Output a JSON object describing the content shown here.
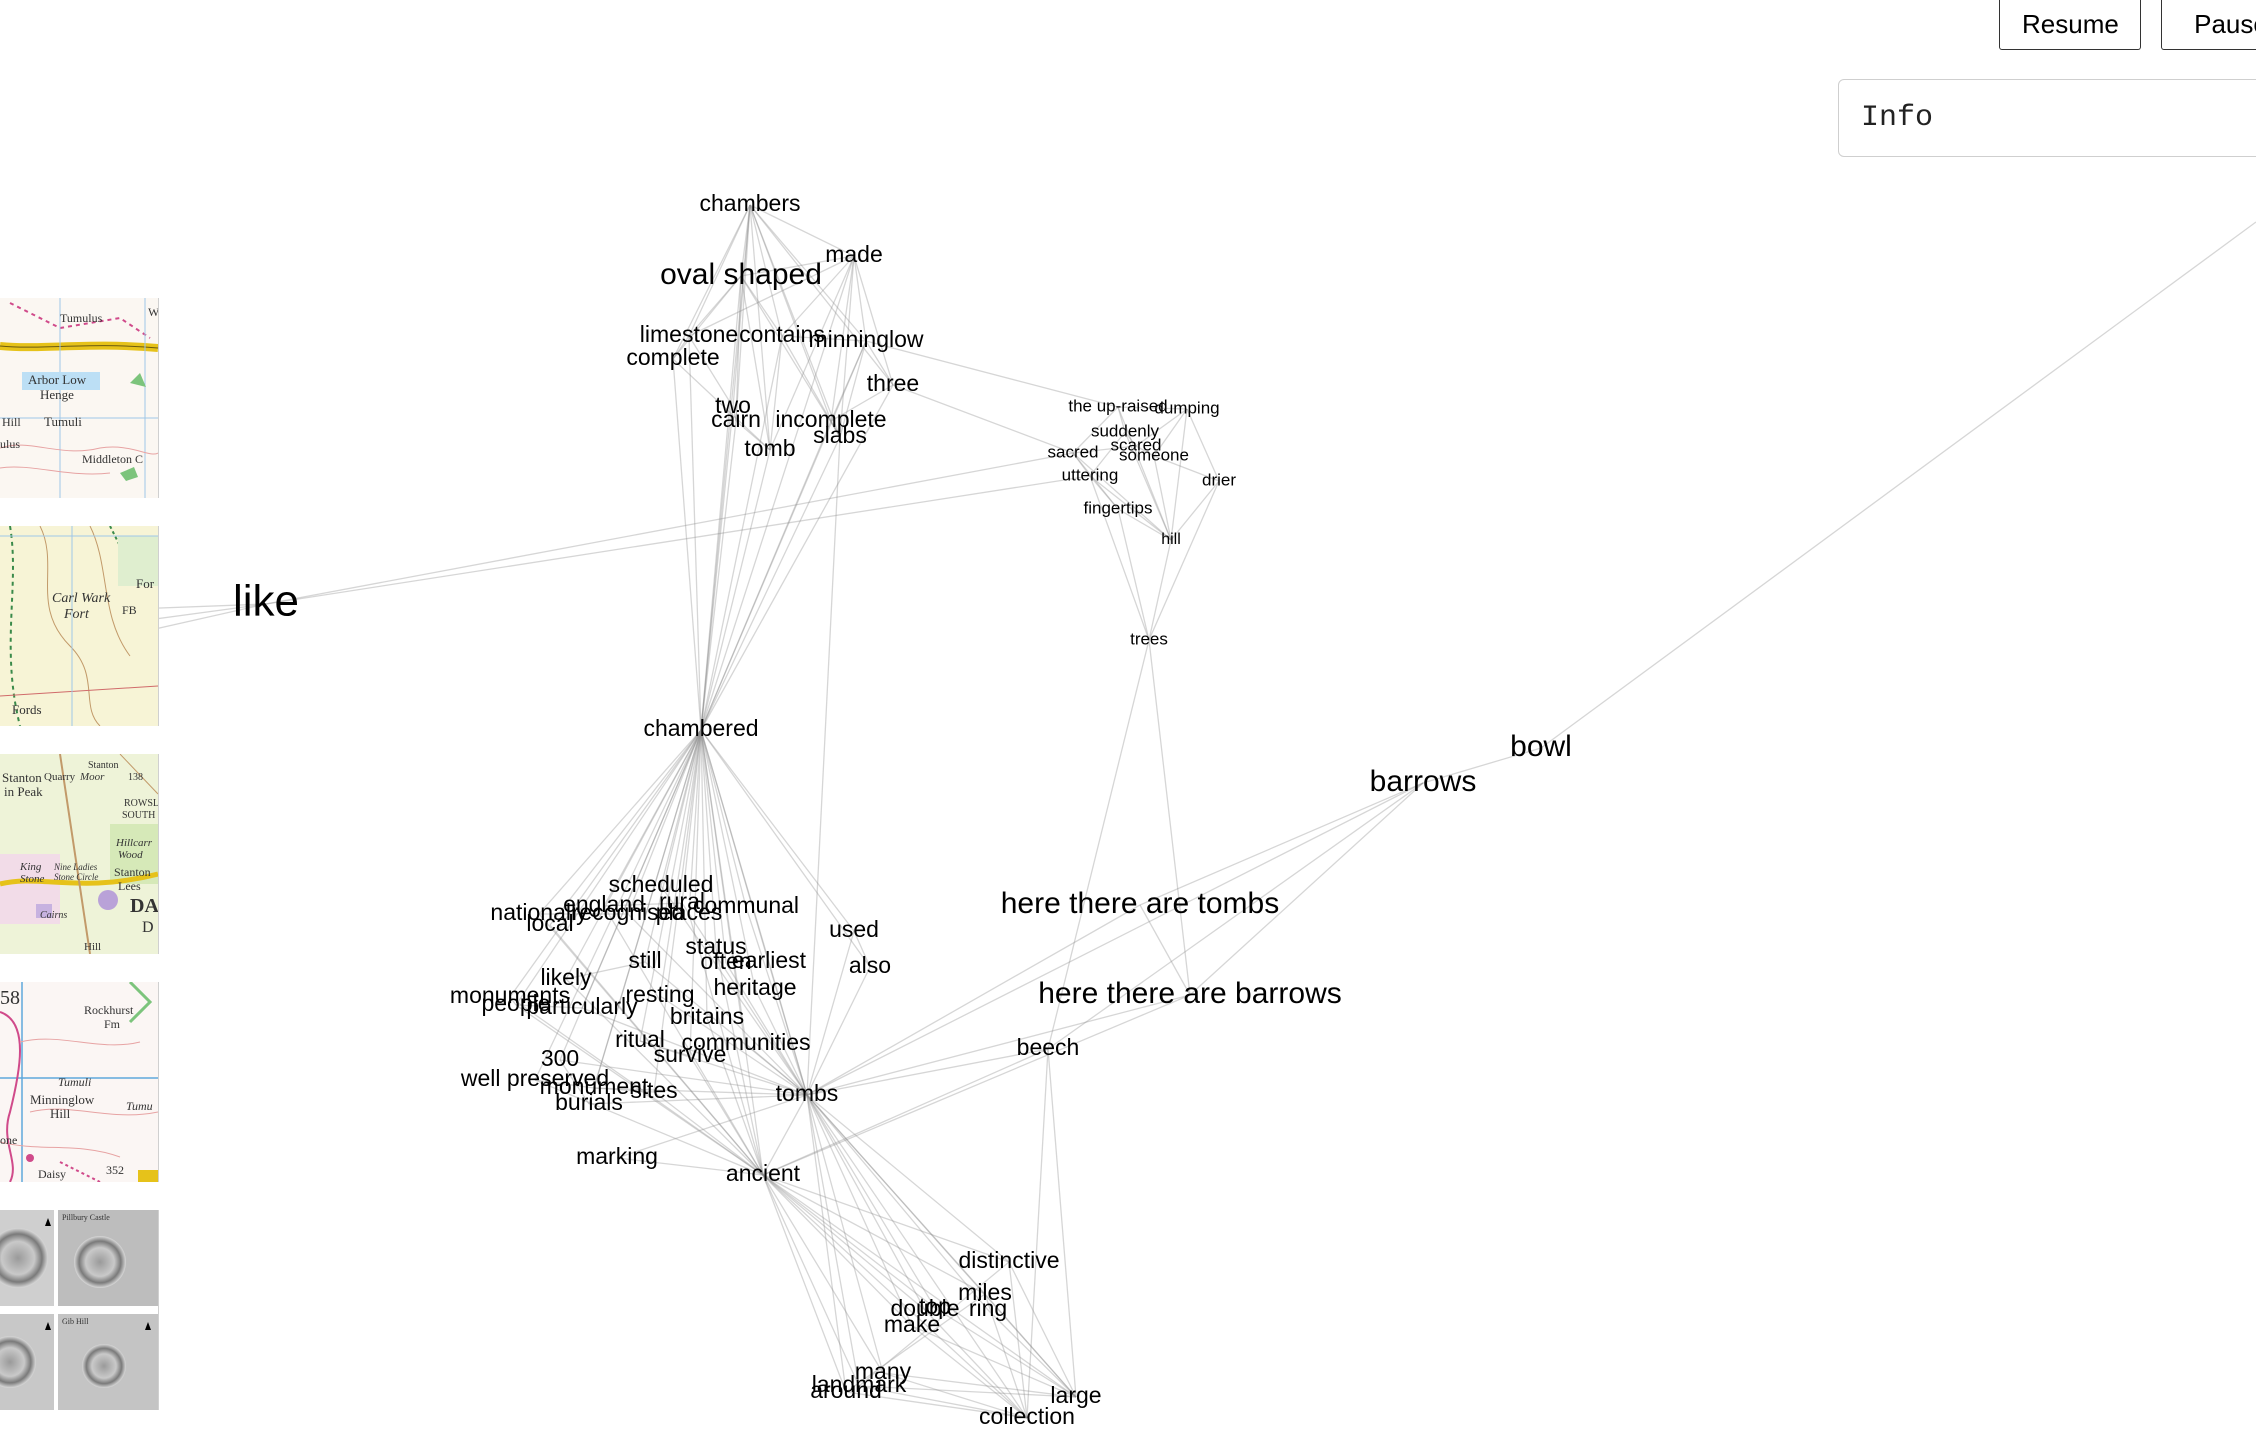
{
  "controls": {
    "resume_label": "Resume",
    "pause_label": "Pause",
    "info_label": "Info"
  },
  "map_tiles": [
    {
      "name": "arbor-low",
      "labels": [
        "Tumulus",
        "Arbor Low",
        "Henge",
        "Tumuli",
        "Hill",
        "ulus",
        "Middleton C",
        "W"
      ]
    },
    {
      "name": "carl-wark",
      "labels": [
        "Carl Wark",
        "Fort",
        "FB",
        "Fords",
        "For"
      ]
    },
    {
      "name": "stanton",
      "labels": [
        "Stanton",
        "in Peak",
        "Quarry",
        "Stanton",
        "Moor",
        "138",
        "Hillcarr",
        "Wood",
        "Stanton",
        "Lees",
        "DA",
        "D",
        "Hill",
        "ROWSL",
        "SOUTH S",
        "Nine Ladies",
        "Stone Circle",
        "King",
        "Stone",
        "Cairns"
      ]
    },
    {
      "name": "minninglow",
      "labels": [
        "58",
        "Rockhurst",
        "Fm",
        "Tumuli",
        "Minninglow",
        "Hill",
        "Tumu",
        "one",
        "Daisy",
        "352"
      ]
    },
    {
      "name": "lidar",
      "labels": [
        "Pillbury Castle",
        "Gib Hill"
      ]
    }
  ],
  "palette": {
    "edge": "#8a8a8a",
    "text": "#000000",
    "button_border": "#333333",
    "info_border": "#cfcfcf",
    "background": "#ffffff"
  },
  "graph": {
    "nodes": [
      {
        "id": "like",
        "label": "like",
        "size": "xl"
      },
      {
        "id": "chambers",
        "label": "chambers",
        "size": "m"
      },
      {
        "id": "oval_shaped",
        "label": "oval shaped",
        "size": "l"
      },
      {
        "id": "made",
        "label": "made",
        "size": "m"
      },
      {
        "id": "limestone",
        "label": "limestone",
        "size": "m"
      },
      {
        "id": "contains",
        "label": "contains",
        "size": "m"
      },
      {
        "id": "minninglow",
        "label": "minninglow",
        "size": "m"
      },
      {
        "id": "complete",
        "label": "complete",
        "size": "m"
      },
      {
        "id": "three",
        "label": "three",
        "size": "m"
      },
      {
        "id": "two",
        "label": "two",
        "size": "m"
      },
      {
        "id": "cairn",
        "label": "cairn",
        "size": "m"
      },
      {
        "id": "incomplete",
        "label": "incomplete",
        "size": "m"
      },
      {
        "id": "slabs",
        "label": "slabs",
        "size": "m"
      },
      {
        "id": "tomb",
        "label": "tomb",
        "size": "m"
      },
      {
        "id": "the_up_raised",
        "label": "the up-raised",
        "size": "xs"
      },
      {
        "id": "dumping",
        "label": "dumping",
        "size": "xs"
      },
      {
        "id": "suddenly",
        "label": "suddenly",
        "size": "xs"
      },
      {
        "id": "scared",
        "label": "scared",
        "size": "xs"
      },
      {
        "id": "sacred",
        "label": "sacred",
        "size": "xs"
      },
      {
        "id": "someone",
        "label": "someone",
        "size": "xs"
      },
      {
        "id": "uttering",
        "label": "uttering",
        "size": "xs"
      },
      {
        "id": "drier",
        "label": "drier",
        "size": "xs"
      },
      {
        "id": "fingertips",
        "label": "fingertips",
        "size": "xs"
      },
      {
        "id": "hill",
        "label": "hill",
        "size": "xxs"
      },
      {
        "id": "trees",
        "label": "trees",
        "size": "xs"
      },
      {
        "id": "chambered",
        "label": "chambered",
        "size": "m"
      },
      {
        "id": "bowl",
        "label": "bowl",
        "size": "l"
      },
      {
        "id": "barrows",
        "label": "barrows",
        "size": "l"
      },
      {
        "id": "scheduled",
        "label": "scheduled",
        "size": "m"
      },
      {
        "id": "england",
        "label": "england",
        "size": "m"
      },
      {
        "id": "rural",
        "label": "rural",
        "size": "m"
      },
      {
        "id": "nationally",
        "label": "nationally",
        "size": "m"
      },
      {
        "id": "recognised",
        "label": "recognised",
        "size": "m"
      },
      {
        "id": "places",
        "label": "places",
        "size": "m"
      },
      {
        "id": "communal",
        "label": "communal",
        "size": "m"
      },
      {
        "id": "local",
        "label": "local",
        "size": "m"
      },
      {
        "id": "used",
        "label": "used",
        "size": "m"
      },
      {
        "id": "here_there_are_tombs",
        "label": "here there are tombs",
        "size": "l"
      },
      {
        "id": "still",
        "label": "still",
        "size": "m"
      },
      {
        "id": "status",
        "label": "status",
        "size": "m"
      },
      {
        "id": "often",
        "label": "often",
        "size": "m"
      },
      {
        "id": "earliest",
        "label": "earliest",
        "size": "m"
      },
      {
        "id": "also",
        "label": "also",
        "size": "m"
      },
      {
        "id": "likely",
        "label": "likely",
        "size": "m"
      },
      {
        "id": "heritage",
        "label": "heritage",
        "size": "m"
      },
      {
        "id": "here_there_are_barrows",
        "label": "here there are barrows",
        "size": "l"
      },
      {
        "id": "monuments",
        "label": "monuments",
        "size": "m"
      },
      {
        "id": "resting",
        "label": "resting",
        "size": "m"
      },
      {
        "id": "people",
        "label": "people",
        "size": "m"
      },
      {
        "id": "particularly",
        "label": "particularly",
        "size": "m"
      },
      {
        "id": "britains",
        "label": "britains",
        "size": "m"
      },
      {
        "id": "ritual",
        "label": "ritual",
        "size": "m"
      },
      {
        "id": "communities",
        "label": "communities",
        "size": "m"
      },
      {
        "id": "beech",
        "label": "beech",
        "size": "m"
      },
      {
        "id": "survive",
        "label": "survive",
        "size": "m"
      },
      {
        "id": "n300",
        "label": "300",
        "size": "m"
      },
      {
        "id": "well_preserved",
        "label": "well preserved",
        "size": "m"
      },
      {
        "id": "monument",
        "label": "monument",
        "size": "m"
      },
      {
        "id": "sites",
        "label": "sites",
        "size": "m"
      },
      {
        "id": "tombs",
        "label": "tombs",
        "size": "m"
      },
      {
        "id": "burials",
        "label": "burials",
        "size": "m"
      },
      {
        "id": "marking",
        "label": "marking",
        "size": "m"
      },
      {
        "id": "ancient",
        "label": "ancient",
        "size": "m"
      },
      {
        "id": "distinctive",
        "label": "distinctive",
        "size": "m"
      },
      {
        "id": "miles",
        "label": "miles",
        "size": "m"
      },
      {
        "id": "top",
        "label": "top",
        "size": "m"
      },
      {
        "id": "double",
        "label": "double",
        "size": "m"
      },
      {
        "id": "ring",
        "label": "ring",
        "size": "m"
      },
      {
        "id": "make",
        "label": "make",
        "size": "m"
      },
      {
        "id": "many",
        "label": "many",
        "size": "m"
      },
      {
        "id": "landmark",
        "label": "landmark",
        "size": "m"
      },
      {
        "id": "around",
        "label": "around",
        "size": "m"
      },
      {
        "id": "large",
        "label": "large",
        "size": "m"
      },
      {
        "id": "collection",
        "label": "collection",
        "size": "m"
      }
    ],
    "edges": [
      [
        "chambers",
        "oval_shaped"
      ],
      [
        "chambers",
        "made"
      ],
      [
        "chambers",
        "limestone"
      ],
      [
        "chambers",
        "contains"
      ],
      [
        "chambers",
        "minninglow"
      ],
      [
        "chambers",
        "complete"
      ],
      [
        "chambers",
        "two"
      ],
      [
        "chambers",
        "cairn"
      ],
      [
        "chambers",
        "tomb"
      ],
      [
        "chambers",
        "slabs"
      ],
      [
        "chambers",
        "chambered"
      ],
      [
        "chambers",
        "three"
      ],
      [
        "chambers",
        "incomplete"
      ],
      [
        "oval_shaped",
        "made"
      ],
      [
        "oval_shaped",
        "limestone"
      ],
      [
        "oval_shaped",
        "contains"
      ],
      [
        "oval_shaped",
        "complete"
      ],
      [
        "oval_shaped",
        "tomb"
      ],
      [
        "oval_shaped",
        "cairn"
      ],
      [
        "oval_shaped",
        "chambered"
      ],
      [
        "oval_shaped",
        "slabs"
      ],
      [
        "made",
        "minninglow"
      ],
      [
        "made",
        "three"
      ],
      [
        "made",
        "contains"
      ],
      [
        "made",
        "slabs"
      ],
      [
        "made",
        "incomplete"
      ],
      [
        "made",
        "tomb"
      ],
      [
        "made",
        "chambered"
      ],
      [
        "made",
        "limestone"
      ],
      [
        "limestone",
        "complete"
      ],
      [
        "limestone",
        "two"
      ],
      [
        "limestone",
        "chambered"
      ],
      [
        "contains",
        "minninglow"
      ],
      [
        "contains",
        "tomb"
      ],
      [
        "contains",
        "chambered"
      ],
      [
        "contains",
        "slabs"
      ],
      [
        "minninglow",
        "three"
      ],
      [
        "minninglow",
        "incomplete"
      ],
      [
        "minninglow",
        "chambered"
      ],
      [
        "minninglow",
        "the_up_raised"
      ],
      [
        "minninglow",
        "slabs"
      ],
      [
        "complete",
        "chambered"
      ],
      [
        "complete",
        "tomb"
      ],
      [
        "three",
        "sacred"
      ],
      [
        "three",
        "incomplete"
      ],
      [
        "three",
        "chambered"
      ],
      [
        "two",
        "cairn"
      ],
      [
        "two",
        "chambered"
      ],
      [
        "cairn",
        "tomb"
      ],
      [
        "cairn",
        "chambered"
      ],
      [
        "incomplete",
        "slabs"
      ],
      [
        "incomplete",
        "chambered"
      ],
      [
        "slabs",
        "chambered"
      ],
      [
        "tomb",
        "chambered"
      ],
      [
        "slabs",
        "tombs"
      ],
      [
        "the_up_raised",
        "dumping"
      ],
      [
        "the_up_raised",
        "suddenly"
      ],
      [
        "the_up_raised",
        "sacred"
      ],
      [
        "the_up_raised",
        "hill"
      ],
      [
        "dumping",
        "scared"
      ],
      [
        "dumping",
        "drier"
      ],
      [
        "dumping",
        "someone"
      ],
      [
        "dumping",
        "hill"
      ],
      [
        "suddenly",
        "scared"
      ],
      [
        "suddenly",
        "uttering"
      ],
      [
        "suddenly",
        "hill"
      ],
      [
        "scared",
        "someone"
      ],
      [
        "scared",
        "sacred"
      ],
      [
        "sacred",
        "uttering"
      ],
      [
        "sacred",
        "fingertips"
      ],
      [
        "sacred",
        "hill"
      ],
      [
        "someone",
        "drier"
      ],
      [
        "someone",
        "hill"
      ],
      [
        "uttering",
        "fingertips"
      ],
      [
        "uttering",
        "hill"
      ],
      [
        "drier",
        "hill"
      ],
      [
        "fingertips",
        "hill"
      ],
      [
        "fingertips",
        "trees"
      ],
      [
        "hill",
        "trees"
      ],
      [
        "drier",
        "trees"
      ],
      [
        "uttering",
        "trees"
      ],
      [
        "trees",
        "here_there_are_barrows"
      ],
      [
        "trees",
        "beech"
      ],
      [
        "like",
        "sacred"
      ],
      [
        "like",
        "uttering"
      ],
      [
        "bowl",
        "barrows"
      ],
      [
        "barrows",
        "here_there_are_tombs"
      ],
      [
        "barrows",
        "here_there_are_barrows"
      ],
      [
        "barrows",
        "tombs"
      ],
      [
        "barrows",
        "beech"
      ],
      [
        "here_there_are_tombs",
        "here_there_are_barrows"
      ],
      [
        "here_there_are_tombs",
        "tombs"
      ],
      [
        "here_there_are_barrows",
        "tombs"
      ],
      [
        "here_there_are_barrows",
        "ancient"
      ],
      [
        "beech",
        "tombs"
      ],
      [
        "beech",
        "large"
      ],
      [
        "beech",
        "collection"
      ],
      [
        "beech",
        "ancient"
      ],
      [
        "chambered",
        "scheduled"
      ],
      [
        "chambered",
        "england"
      ],
      [
        "chambered",
        "rural"
      ],
      [
        "chambered",
        "nationally"
      ],
      [
        "chambered",
        "recognised"
      ],
      [
        "chambered",
        "places"
      ],
      [
        "chambered",
        "communal"
      ],
      [
        "chambered",
        "local"
      ],
      [
        "chambered",
        "still"
      ],
      [
        "chambered",
        "status"
      ],
      [
        "chambered",
        "often"
      ],
      [
        "chambered",
        "earliest"
      ],
      [
        "chambered",
        "likely"
      ],
      [
        "chambered",
        "heritage"
      ],
      [
        "chambered",
        "monuments"
      ],
      [
        "chambered",
        "resting"
      ],
      [
        "chambered",
        "people"
      ],
      [
        "chambered",
        "particularly"
      ],
      [
        "chambered",
        "britains"
      ],
      [
        "chambered",
        "ritual"
      ],
      [
        "chambered",
        "communities"
      ],
      [
        "chambered",
        "survive"
      ],
      [
        "chambered",
        "n300"
      ],
      [
        "chambered",
        "well_preserved"
      ],
      [
        "chambered",
        "monument"
      ],
      [
        "chambered",
        "sites"
      ],
      [
        "chambered",
        "tombs"
      ],
      [
        "chambered",
        "burials"
      ],
      [
        "chambered",
        "ancient"
      ],
      [
        "chambered",
        "used"
      ],
      [
        "chambered",
        "also"
      ],
      [
        "scheduled",
        "tombs"
      ],
      [
        "england",
        "ancient"
      ],
      [
        "rural",
        "tombs"
      ],
      [
        "nationally",
        "ancient"
      ],
      [
        "recognised",
        "tombs"
      ],
      [
        "places",
        "ancient"
      ],
      [
        "communal",
        "tombs"
      ],
      [
        "local",
        "ancient"
      ],
      [
        "still",
        "tombs"
      ],
      [
        "status",
        "ancient"
      ],
      [
        "often",
        "tombs"
      ],
      [
        "earliest",
        "tombs"
      ],
      [
        "likely",
        "ancient"
      ],
      [
        "heritage",
        "tombs"
      ],
      [
        "monuments",
        "ancient"
      ],
      [
        "resting",
        "tombs"
      ],
      [
        "people",
        "ancient"
      ],
      [
        "particularly",
        "tombs"
      ],
      [
        "britains",
        "ancient"
      ],
      [
        "ritual",
        "tombs"
      ],
      [
        "communities",
        "tombs"
      ],
      [
        "survive",
        "ancient"
      ],
      [
        "n300",
        "tombs"
      ],
      [
        "well_preserved",
        "ancient"
      ],
      [
        "monument",
        "tombs"
      ],
      [
        "sites",
        "ancient"
      ],
      [
        "burials",
        "tombs"
      ],
      [
        "marking",
        "ancient"
      ],
      [
        "marking",
        "tombs"
      ],
      [
        "used",
        "tombs"
      ],
      [
        "also",
        "tombs"
      ],
      [
        "used",
        "also"
      ],
      [
        "monuments",
        "people"
      ],
      [
        "people",
        "particularly"
      ],
      [
        "nationally",
        "recognised"
      ],
      [
        "england",
        "rural"
      ],
      [
        "likely",
        "still"
      ],
      [
        "ritual",
        "survive"
      ],
      [
        "well_preserved",
        "monument"
      ],
      [
        "monument",
        "sites"
      ],
      [
        "n300",
        "burials"
      ],
      [
        "tombs",
        "ancient"
      ],
      [
        "tombs",
        "distinctive"
      ],
      [
        "tombs",
        "miles"
      ],
      [
        "tombs",
        "top"
      ],
      [
        "tombs",
        "double"
      ],
      [
        "tombs",
        "ring"
      ],
      [
        "tombs",
        "make"
      ],
      [
        "tombs",
        "many"
      ],
      [
        "tombs",
        "landmark"
      ],
      [
        "tombs",
        "around"
      ],
      [
        "tombs",
        "large"
      ],
      [
        "tombs",
        "collection"
      ],
      [
        "ancient",
        "distinctive"
      ],
      [
        "ancient",
        "miles"
      ],
      [
        "ancient",
        "top"
      ],
      [
        "ancient",
        "double"
      ],
      [
        "ancient",
        "make"
      ],
      [
        "ancient",
        "many"
      ],
      [
        "ancient",
        "landmark"
      ],
      [
        "ancient",
        "around"
      ],
      [
        "ancient",
        "large"
      ],
      [
        "ancient",
        "collection"
      ],
      [
        "distinctive",
        "large"
      ],
      [
        "distinctive",
        "collection"
      ],
      [
        "miles",
        "large"
      ],
      [
        "miles",
        "collection"
      ],
      [
        "make",
        "large"
      ],
      [
        "make",
        "collection"
      ],
      [
        "many",
        "large"
      ],
      [
        "many",
        "collection"
      ],
      [
        "landmark",
        "large"
      ],
      [
        "landmark",
        "collection"
      ],
      [
        "around",
        "collection"
      ],
      [
        "ring",
        "large"
      ],
      [
        "double",
        "collection"
      ],
      [
        "top",
        "large"
      ],
      [
        "distinctive",
        "landmark"
      ],
      [
        "miles",
        "around"
      ]
    ],
    "offscreen_edges": [
      {
        "from": "like",
        "dir": "left"
      },
      {
        "from": "like",
        "dir": "left-down"
      },
      {
        "from": "like",
        "dir": "left-down2"
      },
      {
        "from": "bowl",
        "dir": "up-right"
      }
    ]
  }
}
